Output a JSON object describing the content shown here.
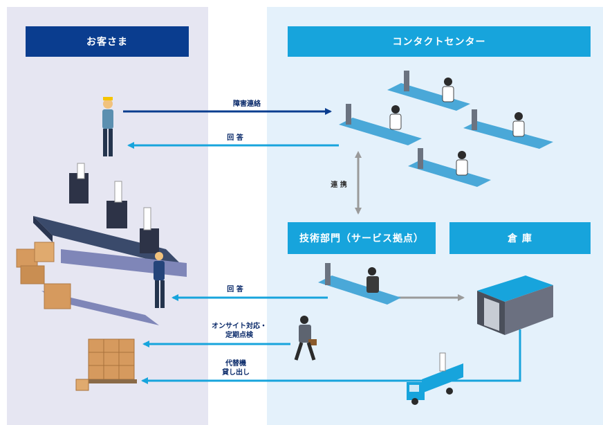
{
  "headers": {
    "customer": "お客さま",
    "contact_center": "コンタクトセンター",
    "tech_dept": "技術部門（サービス拠点）",
    "warehouse": "倉 庫"
  },
  "arrows": {
    "fault_report": "障害連絡",
    "reply_1": "回 答",
    "coordination": "連 携",
    "reply_2": "回 答",
    "onsite_line1": "オンサイト対応・",
    "onsite_line2": "定期点検",
    "replacement_line1": "代替機",
    "replacement_line2": "貸し出し"
  },
  "colors": {
    "navy": "#0a3d8f",
    "cyan": "#17a4dc",
    "customer_bg": "#e6e6f2",
    "center_bg": "#e4f1fb"
  }
}
